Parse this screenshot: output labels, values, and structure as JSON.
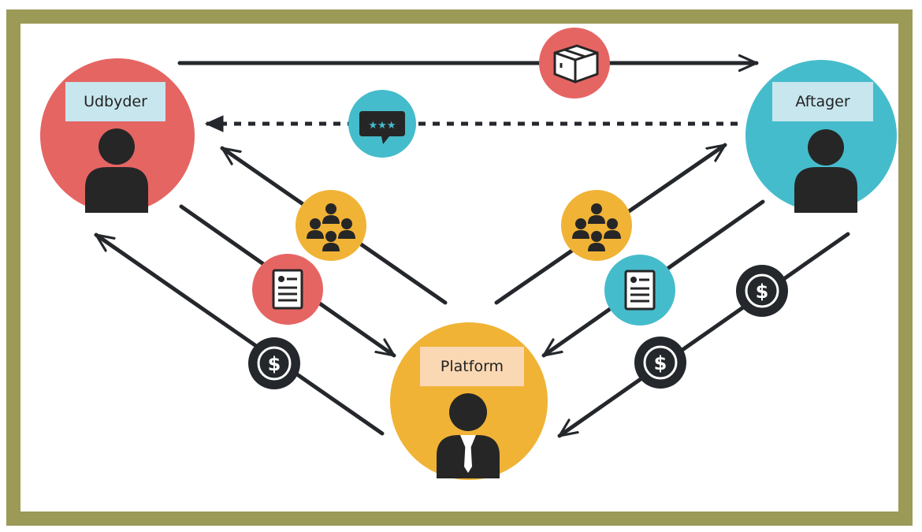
{
  "nodes": {
    "provider": {
      "label": "Udbyder",
      "color": "#e56563"
    },
    "consumer": {
      "label": "Aftager",
      "color": "#45bccb"
    },
    "platform": {
      "label": "Platform",
      "color": "#f0b336"
    }
  },
  "badges": [
    {
      "name": "package-icon",
      "color": "#e56563"
    },
    {
      "name": "rating-chat-icon",
      "color": "#45bccb"
    },
    {
      "name": "network-group-icon",
      "color": "#f0b336"
    },
    {
      "name": "network-group-icon",
      "color": "#f0b336"
    },
    {
      "name": "document-icon",
      "color": "#e56563"
    },
    {
      "name": "document-icon",
      "color": "#45bccb"
    },
    {
      "name": "dollar-icon",
      "color": "#24272b"
    },
    {
      "name": "dollar-icon",
      "color": "#24272b"
    },
    {
      "name": "dollar-icon",
      "color": "#24272b"
    }
  ],
  "colors": {
    "frame": "#9b9a57",
    "arrow": "#24272b",
    "person": "#262626"
  }
}
